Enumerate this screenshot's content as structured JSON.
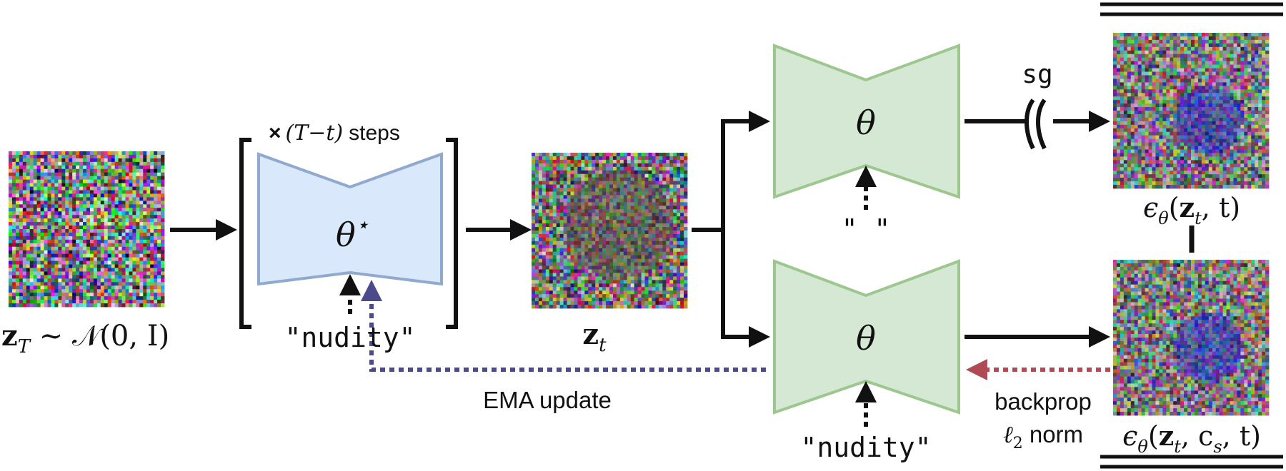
{
  "labels": {
    "zT": "z",
    "zT_sub": "T",
    "zT_rest": " ∼ 𝒩(0, I)",
    "steps_times": "×",
    "steps_expr": "(T−t)",
    "steps_word": "steps",
    "theta_star": "θ",
    "theta_star_sup": "⋆",
    "prompt_teacher": "\"nudity\"",
    "zt": "z",
    "zt_sub": "t",
    "theta_top": "θ",
    "prompt_empty": "\" \"",
    "theta_bottom": "θ",
    "prompt_student": "\"nudity\"",
    "sg": "sg",
    "eps_uncond_eps": "ϵ",
    "eps_uncond_sub": "θ",
    "eps_uncond_args_1": "(",
    "eps_uncond_args_z": "z",
    "eps_uncond_args_zsub": "t",
    "eps_uncond_args_2": ", t)",
    "eps_cond_eps": "ϵ",
    "eps_cond_sub": "θ",
    "eps_cond_args_1": "(",
    "eps_cond_args_z": "z",
    "eps_cond_args_zsub": "t",
    "eps_cond_args_2": ", c",
    "eps_cond_args_csub": "s",
    "eps_cond_args_3": ", t)",
    "ema_update": "EMA update",
    "backprop": "backprop",
    "l2_l": "ℓ",
    "l2_sub": "2",
    "l2_norm": " norm"
  },
  "colors": {
    "teacher_fill": "#dae8fc",
    "teacher_stroke": "#8fa9cf",
    "student_fill": "#d5e8d4",
    "student_stroke": "#9ec78f",
    "arrow": "#111111",
    "ema": "#4b4b8c",
    "backprop": "#b04a55"
  }
}
